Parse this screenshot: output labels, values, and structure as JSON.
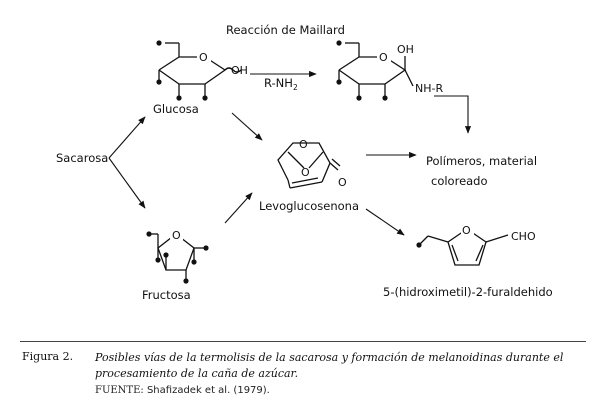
{
  "scheme": {
    "title": "Reacción de Maillard",
    "reagent": "R-NH",
    "reagent_subscript": "2",
    "sucrose": "Sacarosa",
    "glucose": "Glucosa",
    "fructose": "Fructosa",
    "levoglucosenone": "Levoglucosenona",
    "polymers_line1": "Polímeros, material",
    "polymers_line2": "coloreado",
    "hmf": "5-(hidroximetil)-2-furaldehido",
    "atoms": {
      "O": "O",
      "OH": "OH",
      "NH_R": "NH-R",
      "CHO": "CHO"
    }
  },
  "caption": {
    "label": "Figura 2.",
    "text": "Posibles vías de la termolisis de la sacarosa y formación de melanoidinas durante el procesamiento de la caña de azúcar.",
    "source_label": "FUENTE:",
    "source_authors": "Shafizadek et al. (1979)."
  }
}
